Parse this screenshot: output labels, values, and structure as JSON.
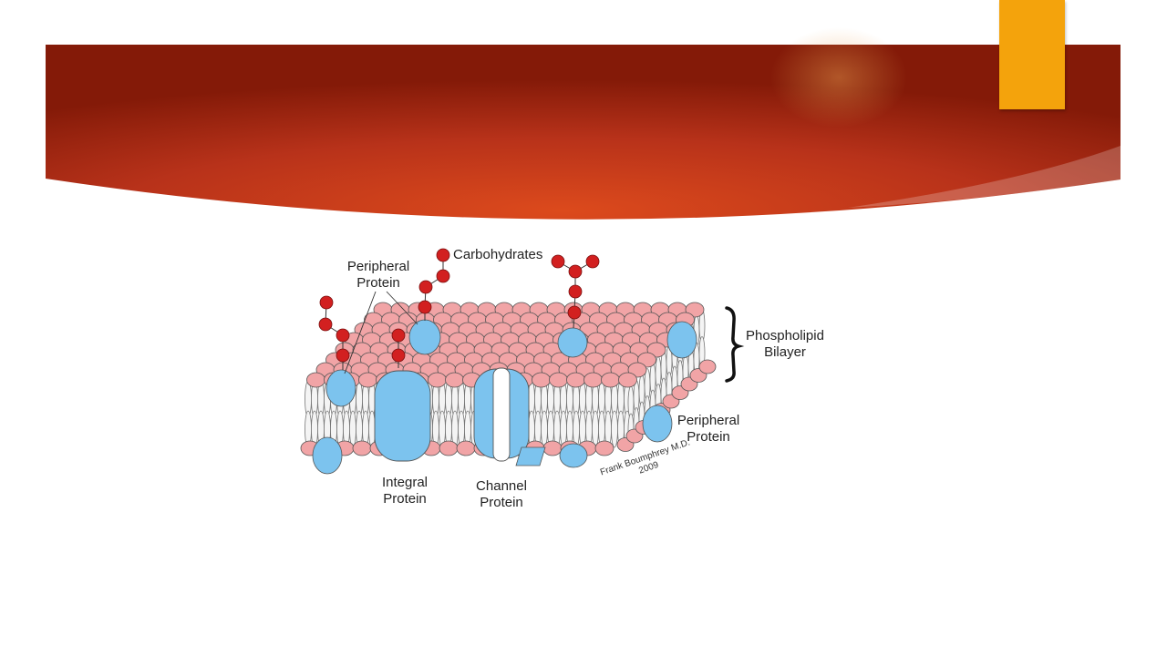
{
  "slide": {
    "header_color": "#c0391a",
    "tab_color": "#f4a30c"
  },
  "diagram": {
    "labels": {
      "carbohydrates": "Carbohydrates",
      "peripheral_top": [
        "Peripheral",
        "Protein"
      ],
      "phospholipid": [
        "Phospholipid",
        "Bilayer"
      ],
      "peripheral_right": [
        "Peripheral",
        "Protein"
      ],
      "integral": [
        "Integral",
        "Protein"
      ],
      "channel": [
        "Channel",
        "Protein"
      ]
    },
    "credit": [
      "Frank Boumphrey M.D.",
      "2009"
    ],
    "colors": {
      "phospholipid_head": "#f1a4a6",
      "protein": "#7cc3ee",
      "carbohydrate": "#d22020"
    }
  }
}
